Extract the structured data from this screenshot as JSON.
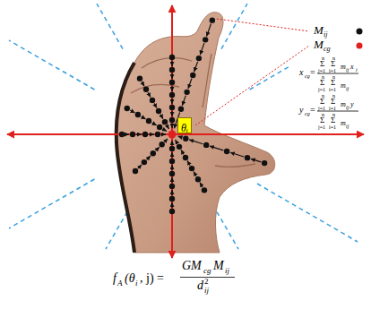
{
  "diagram": {
    "nodes": [
      {
        "text": [
          "θᵢ"
        ]
      }
    ],
    "labels": [
      "M",
      "ij",
      "M",
      "cg",
      "x",
      "cg",
      "=",
      "n",
      "Σ",
      "j=1",
      "n",
      "Σ",
      "i=1",
      "m",
      "ij",
      "x",
      "i",
      "n",
      "Σ",
      "j=1",
      "n",
      "Σ",
      "i=1",
      "m",
      "ij",
      "y",
      "cg",
      "=",
      "n",
      "Σ",
      "j=1",
      "n",
      "Σ",
      "i=1",
      "m",
      "ij",
      "y",
      "n",
      "Σ",
      "j=1",
      "n",
      "Σ",
      "i=1",
      "m",
      "ij",
      "f",
      "A",
      "(θ",
      "i",
      ", j) =",
      "GM",
      "cg",
      "M",
      "ij",
      "d",
      "2",
      "ij"
    ]
  }
}
